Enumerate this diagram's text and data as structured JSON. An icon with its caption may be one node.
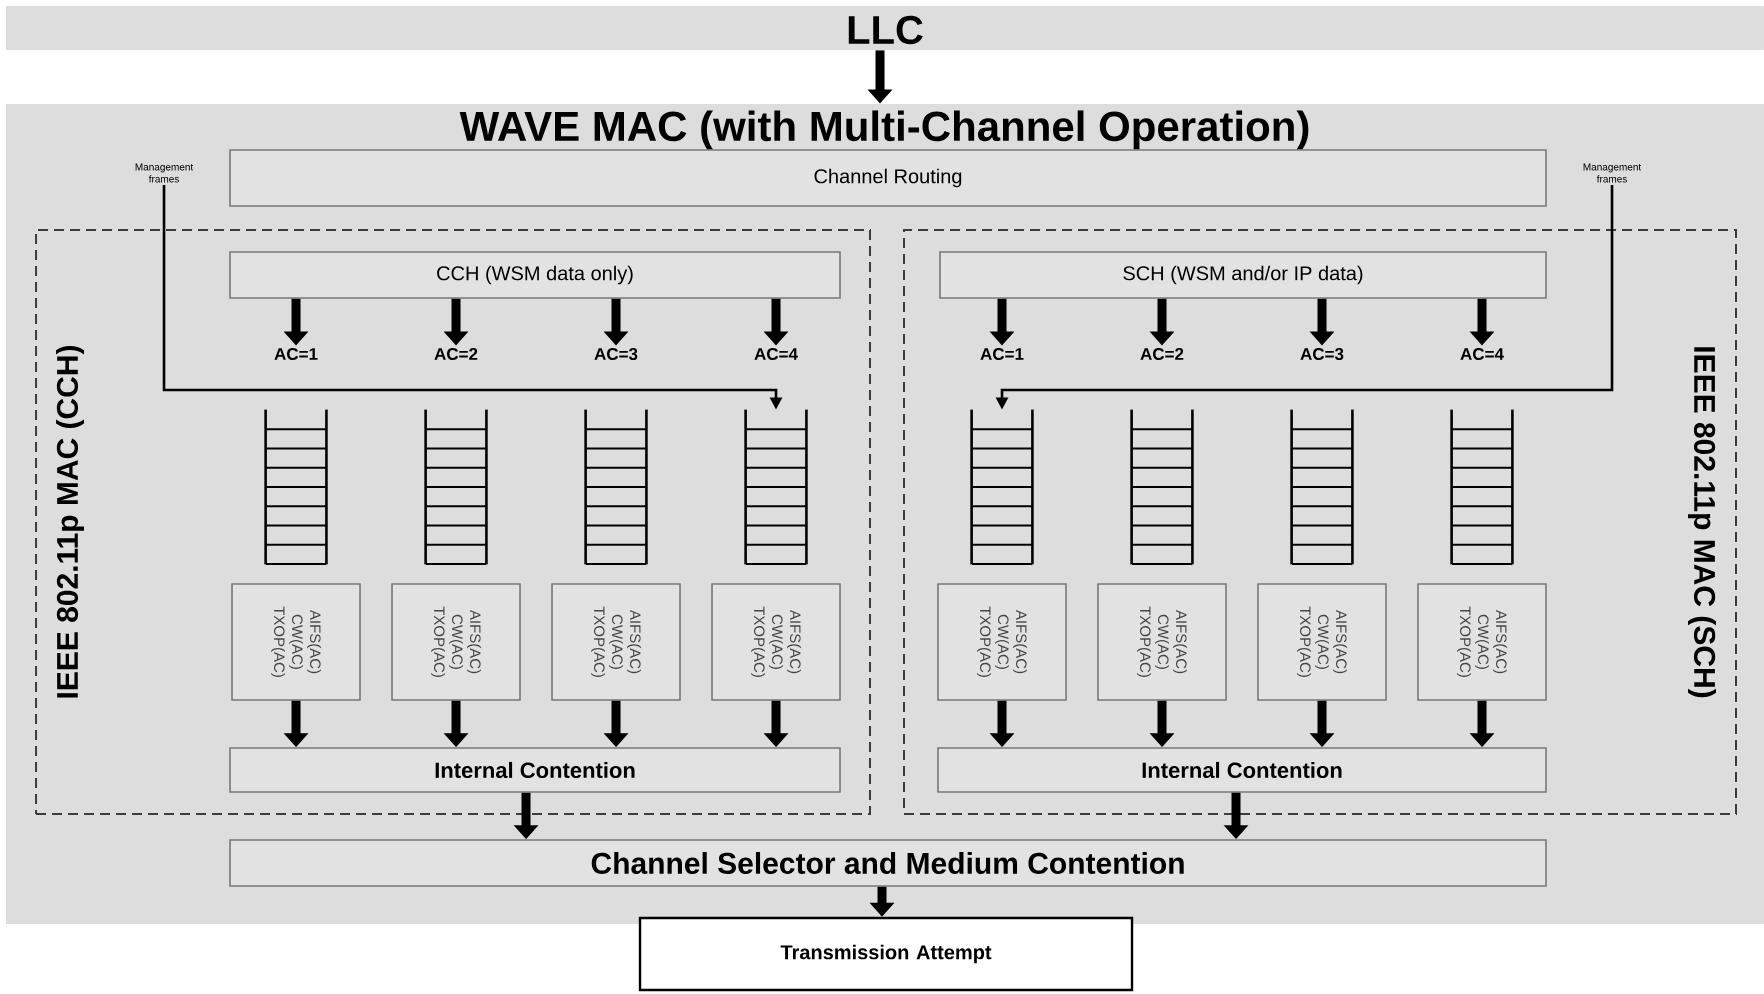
{
  "diagram": {
    "nodes": [
      {
        "text": [
          "LLC"
        ]
      },
      {
        "text": [
          "WAVE MAC (with Multi-Channel Operation)"
        ]
      },
      {
        "text": [
          "Channel Routing"
        ],
        "in": 1
      },
      {
        "text": [
          "Management frames"
        ],
        "in": 1
      },
      {
        "text": [
          "Management frames"
        ],
        "in": 1
      },
      {
        "text": [
          "IEEE 802.11p MAC (CCH)"
        ],
        "in": 1
      },
      {
        "text": [
          "CCH (WSM data only)"
        ],
        "in": 5
      },
      {
        "text": [
          "AC=1"
        ],
        "in": 5
      },
      {
        "text": [
          "AC=2"
        ],
        "in": 5
      },
      {
        "text": [
          "AC=3"
        ],
        "in": 5
      },
      {
        "text": [
          "AC=4"
        ],
        "in": 5
      },
      {
        "text": [],
        "shape": "box",
        "in": 5
      },
      {
        "text": [],
        "shape": "box",
        "in": 5
      },
      {
        "text": [],
        "shape": "box",
        "in": 5
      },
      {
        "text": [],
        "shape": "box",
        "in": 5
      },
      {
        "text": [
          "AIFS(AC) CW(AC) TXOP(AC)"
        ],
        "in": 5
      },
      {
        "text": [
          "AIFS(AC) CW(AC) TXOP(AC)"
        ],
        "in": 5
      },
      {
        "text": [
          "AIFS(AC) CW(AC) TXOP(AC)"
        ],
        "in": 5
      },
      {
        "text": [
          "AIFS(AC) CW(AC) TXOP(AC)"
        ],
        "in": 5
      },
      {
        "text": [
          "Internal Contention"
        ],
        "in": 5
      },
      {
        "text": [
          "IEEE 802.11p MAC (SCH)"
        ],
        "in": 1
      },
      {
        "text": [
          "SCH (WSM and/or IP data)"
        ],
        "in": 20
      },
      {
        "text": [
          "AC=1"
        ],
        "in": 20
      },
      {
        "text": [
          "AC=2"
        ],
        "in": 20
      },
      {
        "text": [
          "AC=3"
        ],
        "in": 20
      },
      {
        "text": [
          "AC=4"
        ],
        "in": 20
      },
      {
        "text": [],
        "shape": "box",
        "in": 20
      },
      {
        "text": [],
        "shape": "box",
        "in": 20
      },
      {
        "text": [],
        "shape": "box",
        "in": 20
      },
      {
        "text": [],
        "shape": "box",
        "in": 20
      },
      {
        "text": [
          "AIFS(AC) CW(AC) TXOP(AC)"
        ],
        "in": 20
      },
      {
        "text": [
          "AIFS(AC) CW(AC) TXOP(AC)"
        ],
        "in": 20
      },
      {
        "text": [
          "AIFS(AC) CW(AC) TXOP(AC)"
        ],
        "in": 20
      },
      {
        "text": [
          "AIFS(AC) CW(AC) TXOP(AC)"
        ],
        "in": 20
      },
      {
        "text": [
          "Internal Contention"
        ],
        "in": 20
      },
      {
        "text": [
          "Channel Selector and Medium Contention"
        ],
        "in": 1
      },
      {
        "text": [
          "Transmission Attempt"
        ]
      }
    ],
    "edges": [
      {
        "from": 0,
        "to": 1,
        "arrow": "to"
      },
      {
        "from": 6,
        "to": 7,
        "arrow": "to"
      },
      {
        "from": 6,
        "to": 8,
        "arrow": "to"
      },
      {
        "from": 6,
        "to": 9,
        "arrow": "to"
      },
      {
        "from": 6,
        "to": 10,
        "arrow": "to"
      },
      {
        "from": 3,
        "to": 14,
        "arrow": "to"
      },
      {
        "from": 15,
        "to": 19,
        "arrow": "to"
      },
      {
        "from": 16,
        "to": 19,
        "arrow": "to"
      },
      {
        "from": 17,
        "to": 19,
        "arrow": "to"
      },
      {
        "from": 18,
        "to": 19,
        "arrow": "to"
      },
      {
        "from": 21,
        "to": 22,
        "arrow": "to"
      },
      {
        "from": 21,
        "to": 23,
        "arrow": "to"
      },
      {
        "from": 21,
        "to": 24,
        "arrow": "to"
      },
      {
        "from": 21,
        "to": 25,
        "arrow": "to"
      },
      {
        "from": 4,
        "to": 26,
        "arrow": "to"
      },
      {
        "from": 30,
        "to": 34,
        "arrow": "to"
      },
      {
        "from": 31,
        "to": 34,
        "arrow": "to"
      },
      {
        "from": 32,
        "to": 34,
        "arrow": "to"
      },
      {
        "from": 33,
        "to": 34,
        "arrow": "to"
      },
      {
        "from": 19,
        "to": 35,
        "arrow": "to"
      },
      {
        "from": 34,
        "to": 35,
        "arrow": "to"
      },
      {
        "from": 35,
        "to": 36,
        "arrow": "to"
      }
    ]
  }
}
